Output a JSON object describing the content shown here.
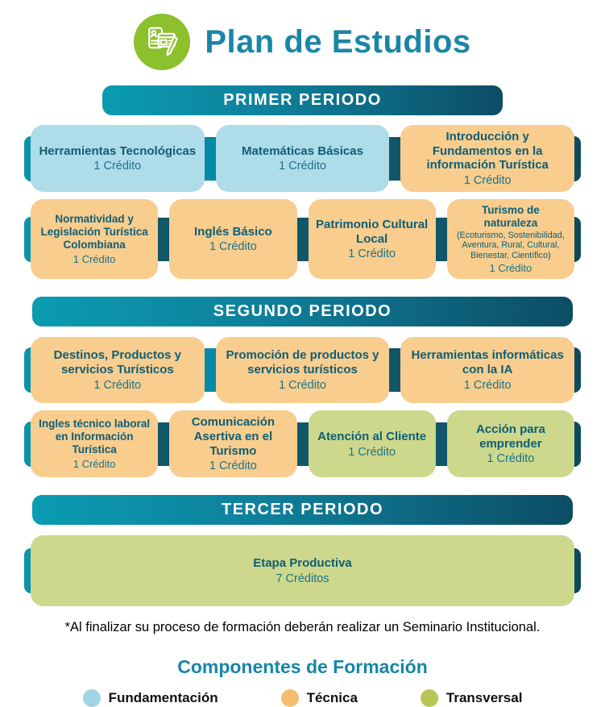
{
  "header": {
    "title": "Plan de Estudios",
    "icon": "curriculum-icon"
  },
  "periods": [
    {
      "banner": "PRIMER PERIODO",
      "rows": [
        [
          {
            "title": "Herramientas Tecnológicas",
            "credit": "1 Crédito",
            "component": "fundamentacion"
          },
          {
            "title": "Matemáticas Básicas",
            "credit": "1 Crédito",
            "component": "fundamentacion"
          },
          {
            "title": "Introducción y Fundamentos en la información Turística",
            "credit": "1 Crédito",
            "component": "tecnica"
          }
        ],
        [
          {
            "title": "Normatividad y Legislación Turística Colombiana",
            "credit": "1 Crédito",
            "component": "tecnica"
          },
          {
            "title": "Inglés Básico",
            "credit": "1 Crédito",
            "component": "tecnica"
          },
          {
            "title": "Patrimonio Cultural Local",
            "credit": "1 Crédito",
            "component": "tecnica"
          },
          {
            "title": "Turismo de naturaleza",
            "subtitle": "(Ecoturismo, Sostenibilidad, Aventura, Rural, Cultural, Bienestar, Científico)",
            "credit": "1 Crédito",
            "component": "tecnica"
          }
        ]
      ]
    },
    {
      "banner": "SEGUNDO PERIODO",
      "rows": [
        [
          {
            "title": "Destinos, Productos y servicios Turísticos",
            "credit": "1 Crédito",
            "component": "tecnica"
          },
          {
            "title": "Promoción de productos y servicios turísticos",
            "credit": "1 Crédito",
            "component": "tecnica"
          },
          {
            "title": "Herramientas informáticas con la IA",
            "credit": "1 Crédito",
            "component": "tecnica"
          }
        ],
        [
          {
            "title": "Ingles técnico laboral en Información Turística",
            "credit": "1 Crédito",
            "component": "tecnica"
          },
          {
            "title": "Comunicación Asertiva en el Turismo",
            "credit": "1 Crédito",
            "component": "tecnica"
          },
          {
            "title": "Atención al Cliente",
            "credit": "1 Crédito",
            "component": "transversal"
          },
          {
            "title": "Acción para emprender",
            "credit": "1 Crédito",
            "component": "transversal"
          }
        ]
      ]
    },
    {
      "banner": "TERCER PERIODO",
      "rows": [
        [
          {
            "title": "Etapa Productiva",
            "credit": "7 Créditos",
            "component": "transversal"
          }
        ]
      ]
    }
  ],
  "footnote": "*Al finalizar su proceso de formación deberán realizar un Seminario Institucional.",
  "legend": {
    "title": "Componentes de Formación",
    "items": [
      {
        "label": "Fundamentación",
        "color": "#9fd4e3"
      },
      {
        "label": "Técnica",
        "color": "#f6bd6f"
      },
      {
        "label": "Transversal",
        "color": "#bac654"
      }
    ]
  },
  "colors": {
    "accent_teal": "#1a86a7",
    "banner_gradient_start": "#0a9cb2",
    "banner_gradient_end": "#0c4d65",
    "fundamentacion_card": "#aedce9",
    "tecnica_card": "#f8cd8e",
    "transversal_card": "#cdd88c",
    "icon_green": "#8cc02c",
    "card_text": "#0e5e77"
  }
}
